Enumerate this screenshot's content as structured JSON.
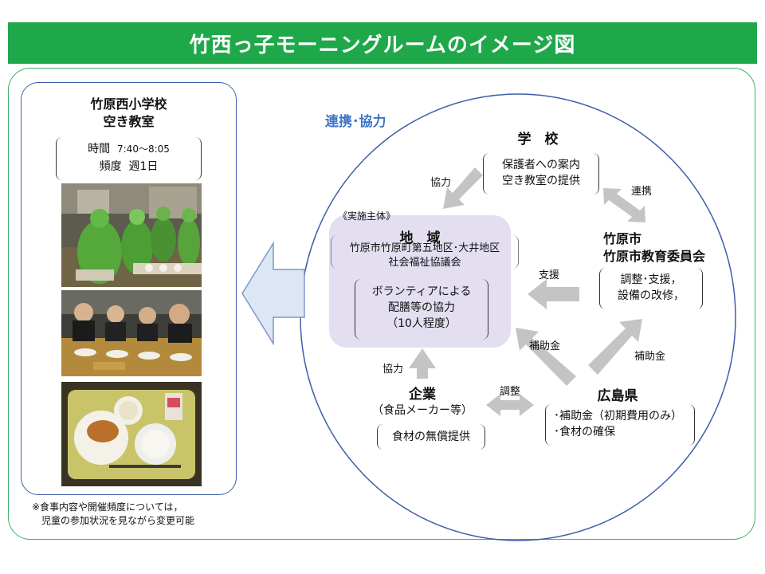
{
  "title": "竹西っ子モーニングルームのイメージ図",
  "left": {
    "school_name": "竹原西小学校",
    "room": "空き教室",
    "time_label": "時間",
    "time_value": "7:40～8:05",
    "freq_label": "頻度",
    "freq_value": "週1日",
    "note_line1": "※食事内容や開催頻度については，",
    "note_line2": "児童の参加状況を見ながら変更可能"
  },
  "cooperation_header": "連携･協力",
  "school": {
    "title": "学　校",
    "box_line1": "保護者への案内",
    "box_line2": "空き教室の提供"
  },
  "region": {
    "implementer": "《実施主体》",
    "title": "地　域",
    "org_line1": "竹原市竹原町第五地区･大井地区",
    "org_line2": "社会福祉協議会",
    "vol_line1": "ボランティアによる",
    "vol_line2": "配膳等の協力",
    "vol_line3": "（10人程度）"
  },
  "city": {
    "title_line1": "竹原市",
    "title_line2": "竹原市教育委員会",
    "box_line1": "調整･支援，",
    "box_line2": "設備の改修，"
  },
  "company": {
    "title": "企業",
    "subtitle": "（食品メーカー等）",
    "box": "食材の無償提供"
  },
  "prefecture": {
    "title": "広島県",
    "box_line1": "･補助金（初期費用のみ）",
    "box_line2": "･食材の確保"
  },
  "arrows": {
    "school_to_region": "協力",
    "school_city": "連携",
    "city_to_region": "支援",
    "company_to_region": "協力",
    "company_pref": "調整",
    "pref_to_region": "補助金",
    "pref_to_city": "補助金"
  },
  "colors": {
    "title_bg": "#1fa84a",
    "region_bg": "#e3def0",
    "arrow": "#c4c4c4",
    "accent_blue": "#3d76c5"
  }
}
